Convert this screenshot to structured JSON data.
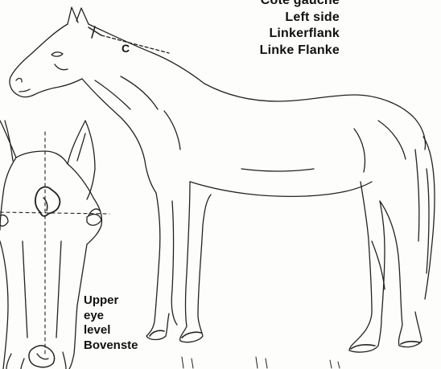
{
  "side_labels": [
    "Côté gauche",
    "Left side",
    "Linkerflank",
    "Linke Flanke"
  ],
  "marker_c": "C",
  "eye_labels": [
    "Upper",
    "eye",
    "level",
    "Bovenste"
  ]
}
